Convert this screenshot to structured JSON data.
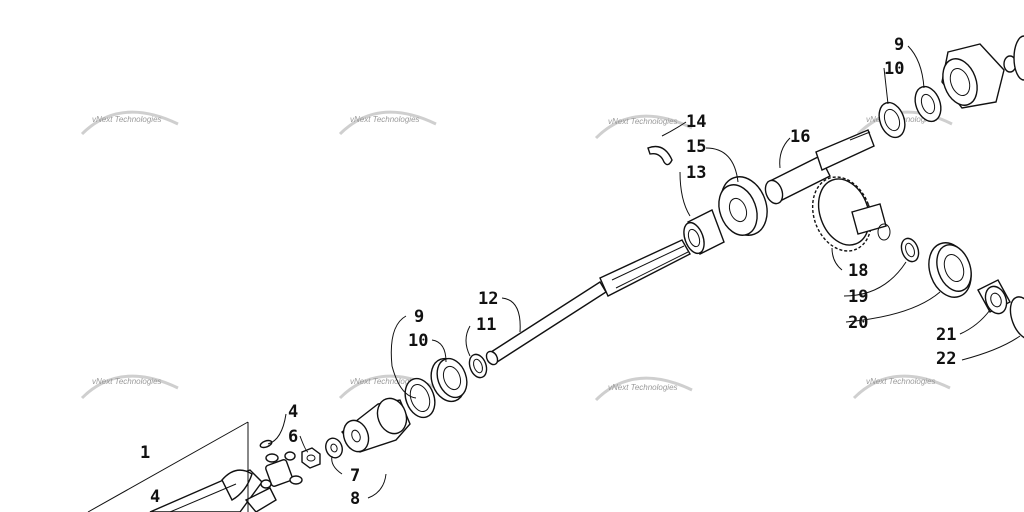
{
  "watermark": {
    "text": "vNext Technologies"
  },
  "callouts": {
    "c1": "1",
    "c4a": "4",
    "c4b": "4",
    "c6": "6",
    "c7": "7",
    "c8": "8",
    "c9a": "9",
    "c10a": "10",
    "c11": "11",
    "c12": "12",
    "c13": "13",
    "c14": "14",
    "c15": "15",
    "c16": "16",
    "c18": "18",
    "c19": "19",
    "c20": "20",
    "c21": "21",
    "c22": "22",
    "c9b": "9",
    "c10b": "10"
  }
}
